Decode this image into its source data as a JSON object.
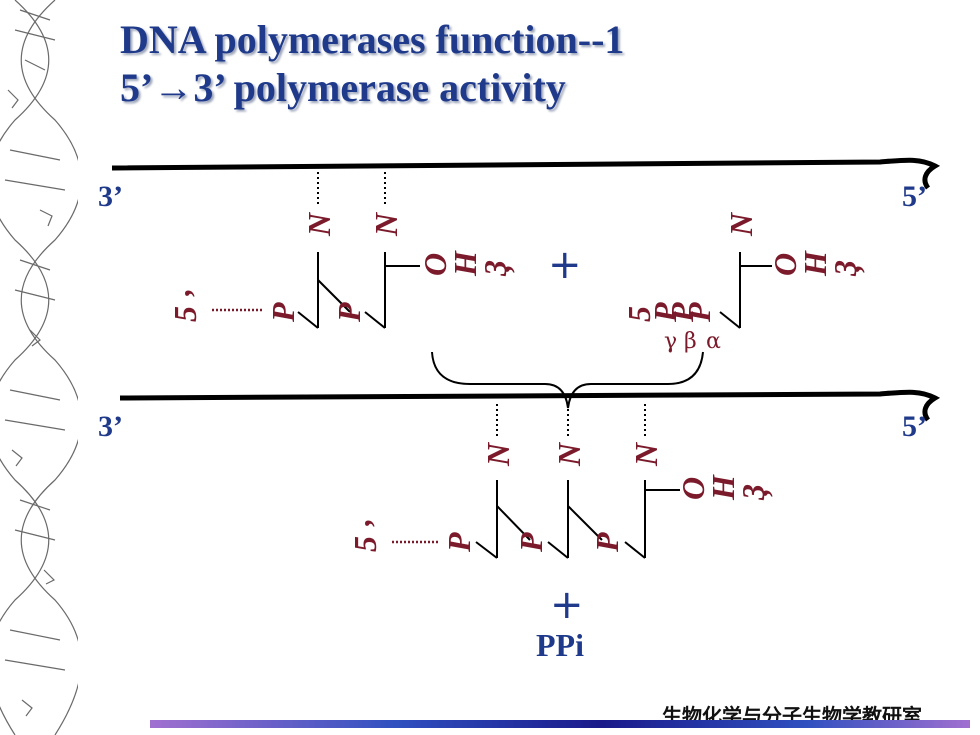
{
  "title": {
    "line1": "DNA polymerases function--1",
    "line2": "5’→3’ polymerase activity"
  },
  "strand_top": {
    "left_end": "3’",
    "right_end": "5’"
  },
  "strand_bottom": {
    "left_end": "3’",
    "right_end": "5’"
  },
  "labels": {
    "base": "N",
    "phosphate": "P",
    "five_prime": "5",
    "prime": "’",
    "oh": "O",
    "h": "H",
    "three": "3",
    "plus": "+",
    "gamma": "γ",
    "beta": "β",
    "alpha": "α",
    "ppi": "PPi"
  },
  "footer": {
    "text": "生物化学与分子生物学教研室"
  },
  "colors": {
    "title": "#1f3a8a",
    "nucleotide": "#7a1a2a",
    "strand": "#000000"
  }
}
